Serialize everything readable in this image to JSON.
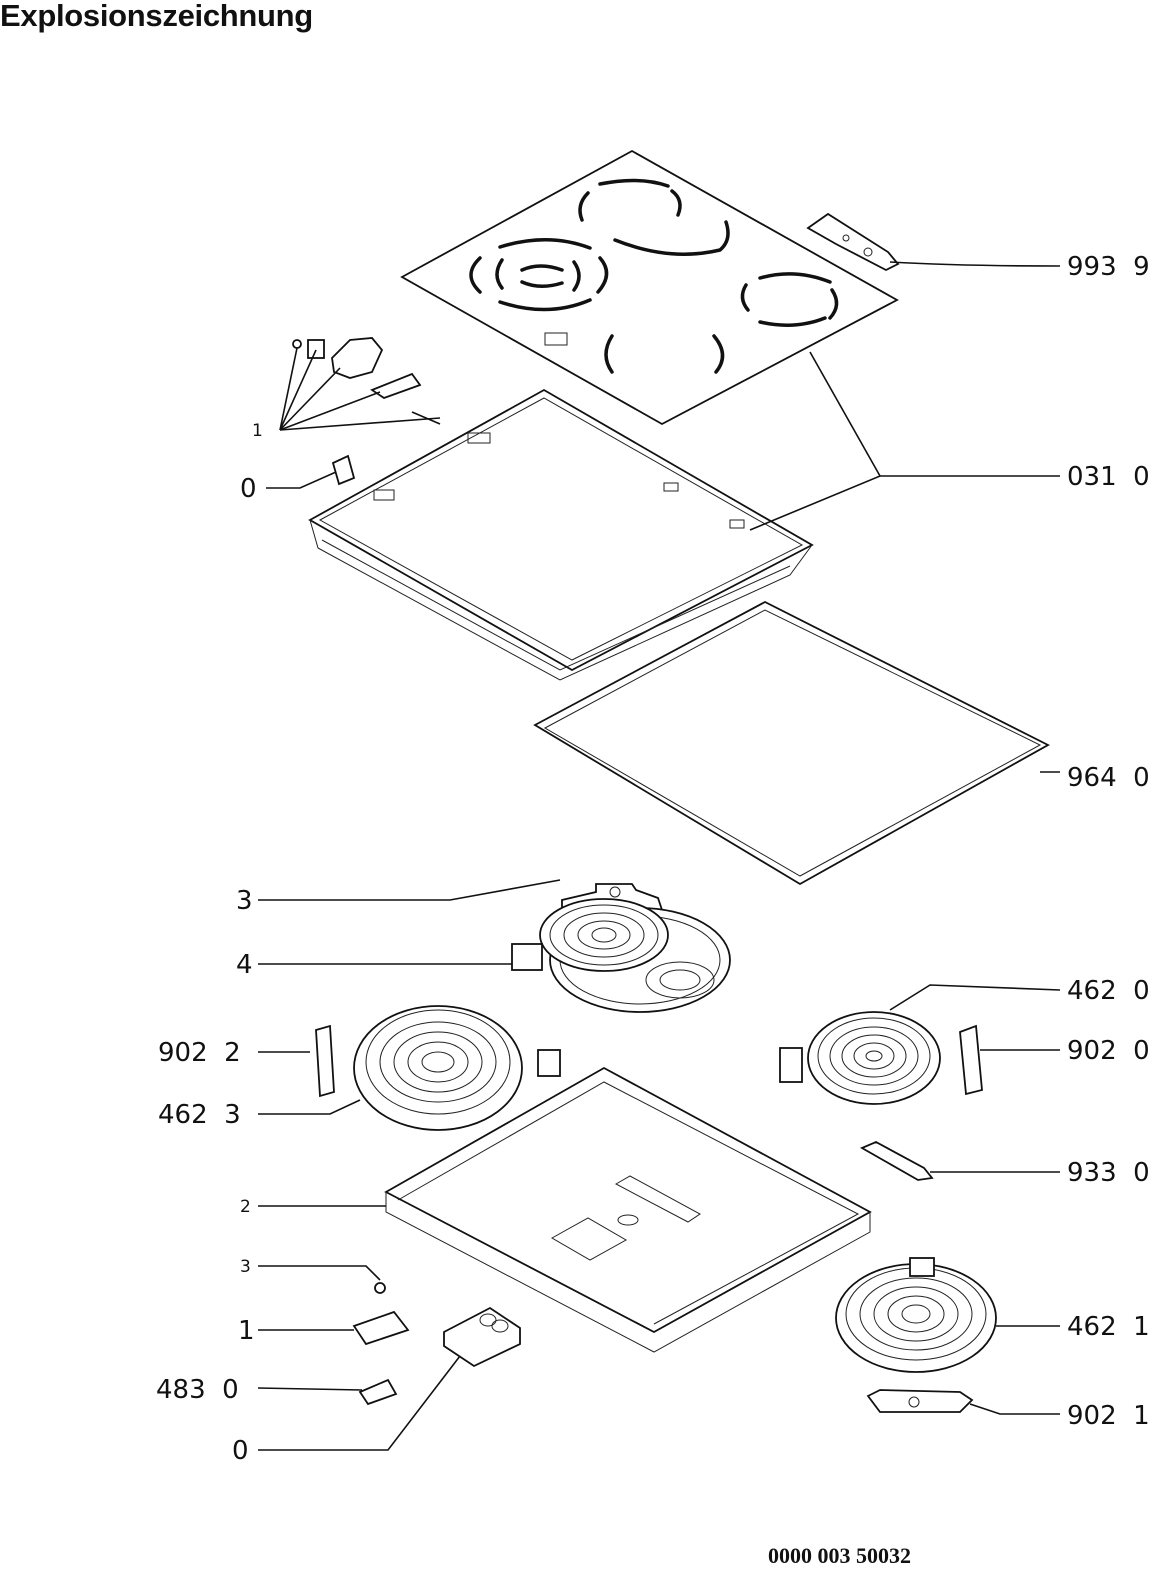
{
  "header": {
    "title": "Explosionszeichnung"
  },
  "footer": {
    "doc_number": "0000 003 50032"
  },
  "callouts": [
    {
      "id": "c-9939",
      "label": "993  9"
    },
    {
      "id": "c-0310",
      "label": "031  0"
    },
    {
      "id": "c-9640",
      "label": "964  0"
    },
    {
      "id": "c-4620",
      "label": "462  0"
    },
    {
      "id": "c-9020",
      "label": "902  0"
    },
    {
      "id": "c-9330",
      "label": "933  0"
    },
    {
      "id": "c-4621",
      "label": "462  1"
    },
    {
      "id": "c-9021",
      "label": "902  1"
    },
    {
      "id": "c-1-top",
      "label": "1"
    },
    {
      "id": "c-0-top",
      "label": "0"
    },
    {
      "id": "c-3-top",
      "label": "3"
    },
    {
      "id": "c-4",
      "label": "4"
    },
    {
      "id": "c-9022",
      "label": "902  2"
    },
    {
      "id": "c-4623",
      "label": "462  3"
    },
    {
      "id": "c-2",
      "label": "2"
    },
    {
      "id": "c-3-bot",
      "label": "3"
    },
    {
      "id": "c-1-bot",
      "label": "1"
    },
    {
      "id": "c-4830",
      "label": "483  0"
    },
    {
      "id": "c-0-bot",
      "label": "0"
    }
  ]
}
